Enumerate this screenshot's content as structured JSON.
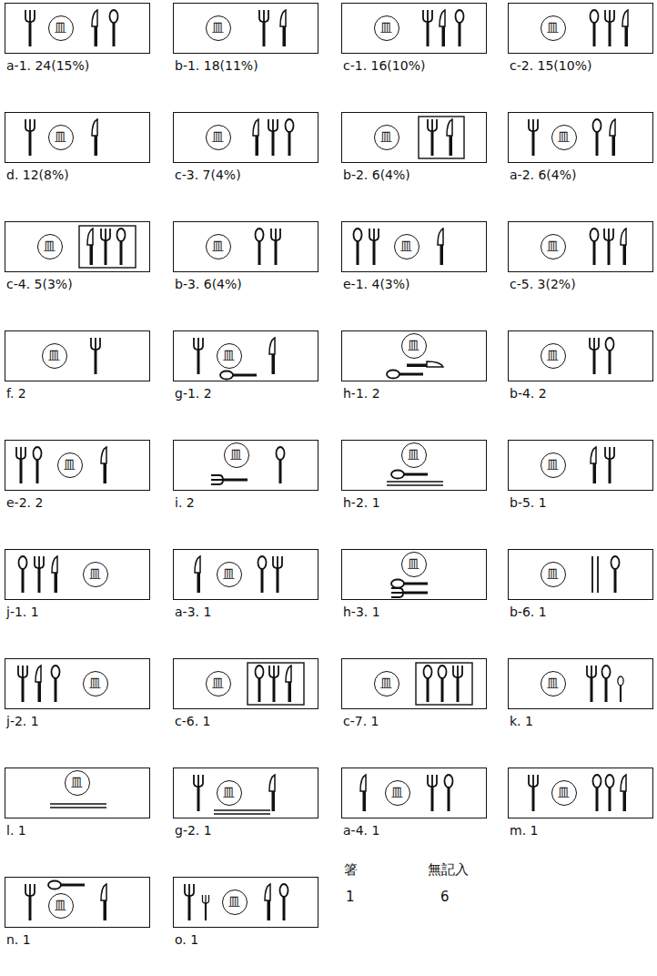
{
  "diagram": {
    "nodes": [
      {
        "text": [
          "a-1. 24(15%)"
        ]
      },
      {
        "text": [
          "皿"
        ],
        "in": 0
      },
      {
        "text": [
          "b-1. 18(11%)"
        ]
      },
      {
        "text": [
          "皿"
        ],
        "in": 2
      },
      {
        "text": [
          "c-1. 16(10%)"
        ]
      },
      {
        "text": [
          "皿"
        ],
        "in": 4
      },
      {
        "text": [
          "c-2. 15(10%)"
        ]
      },
      {
        "text": [
          "皿"
        ],
        "in": 6
      },
      {
        "text": [
          "d. 12(8%)"
        ]
      },
      {
        "text": [
          "皿"
        ],
        "in": 8
      },
      {
        "text": [
          "c-3. 7(4%)"
        ]
      },
      {
        "text": [
          "皿"
        ],
        "in": 10
      },
      {
        "text": [
          "b-2. 6(4%)"
        ]
      },
      {
        "text": [
          "皿"
        ],
        "in": 12
      },
      {
        "text": [
          "a-2. 6(4%)"
        ]
      },
      {
        "text": [
          "皿"
        ],
        "in": 14
      },
      {
        "text": [
          "c-4. 5(3%)"
        ]
      },
      {
        "text": [
          "皿"
        ],
        "in": 16
      },
      {
        "text": [
          "b-3. 6(4%)"
        ]
      },
      {
        "text": [
          "皿"
        ],
        "in": 18
      },
      {
        "text": [
          "e-1. 4(3%)"
        ]
      },
      {
        "text": [
          "皿"
        ],
        "in": 20
      },
      {
        "text": [
          "c-5. 3(2%)"
        ]
      },
      {
        "text": [
          "皿"
        ],
        "in": 22
      },
      {
        "text": [
          "f. 2"
        ]
      },
      {
        "text": [
          "皿"
        ],
        "in": 24
      },
      {
        "text": [
          "g-1. 2"
        ]
      },
      {
        "text": [
          "皿"
        ],
        "in": 26
      },
      {
        "text": [
          "h-1. 2"
        ]
      },
      {
        "text": [
          "皿"
        ],
        "in": 28
      },
      {
        "text": [
          "b-4. 2"
        ]
      },
      {
        "text": [
          "皿"
        ],
        "in": 30
      },
      {
        "text": [
          "e-2. 2"
        ]
      },
      {
        "text": [
          "皿"
        ],
        "in": 32
      },
      {
        "text": [
          "i. 2"
        ]
      },
      {
        "text": [
          "皿"
        ],
        "in": 34
      },
      {
        "text": [
          "h-2. 1"
        ]
      },
      {
        "text": [
          "皿"
        ],
        "in": 36
      },
      {
        "text": [
          "b-5. 1"
        ]
      },
      {
        "text": [
          "皿"
        ],
        "in": 38
      },
      {
        "text": [
          "j-1. 1"
        ]
      },
      {
        "text": [
          "皿"
        ],
        "in": 40
      },
      {
        "text": [
          "a-3. 1"
        ]
      },
      {
        "text": [
          "皿"
        ],
        "in": 42
      },
      {
        "text": [
          "h-3. 1"
        ]
      },
      {
        "text": [
          "皿"
        ],
        "in": 44
      },
      {
        "text": [
          "b-6. 1"
        ]
      },
      {
        "text": [
          "皿"
        ],
        "in": 46
      },
      {
        "text": [
          "j-2. 1"
        ]
      },
      {
        "text": [
          "皿"
        ],
        "in": 48
      },
      {
        "text": [
          "c-6. 1"
        ]
      },
      {
        "text": [
          "皿"
        ],
        "in": 50
      },
      {
        "text": [
          "c-7. 1"
        ]
      },
      {
        "text": [
          "皿"
        ],
        "in": 52
      },
      {
        "text": [
          "k. 1"
        ]
      },
      {
        "text": [
          "皿"
        ],
        "in": 54
      },
      {
        "text": [
          "l. 1"
        ]
      },
      {
        "text": [
          "皿"
        ],
        "in": 56
      },
      {
        "text": [
          "g-2. 1"
        ]
      },
      {
        "text": [
          "皿"
        ],
        "in": 58
      },
      {
        "text": [
          "a-4. 1"
        ]
      },
      {
        "text": [
          "皿"
        ],
        "in": 60
      },
      {
        "text": [
          "m. 1"
        ]
      },
      {
        "text": [
          "皿"
        ],
        "in": 62
      },
      {
        "text": [
          "n. 1"
        ]
      },
      {
        "text": [
          "皿"
        ],
        "in": 64
      },
      {
        "text": [
          "o. 1"
        ]
      },
      {
        "text": [
          "皿"
        ],
        "in": 66
      }
    ],
    "labels": [
      "箸",
      "1",
      "無記入",
      "6"
    ]
  }
}
